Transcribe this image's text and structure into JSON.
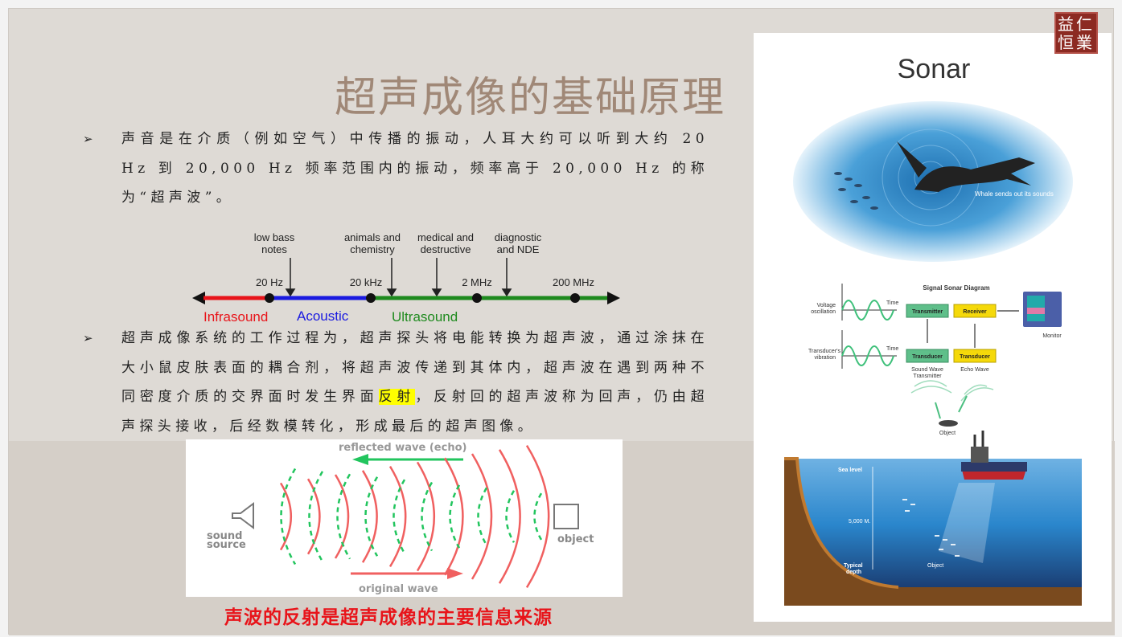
{
  "logo": {
    "text": [
      "益仁",
      "恒業"
    ]
  },
  "title": "超声成像的基础原理",
  "bullets": [
    {
      "icon": "➢",
      "text": "声音是在介质（例如空气）中传播的振动，人耳大约可以听到大约 20 Hz 到 20,000 Hz 频率范围内的振动，频率高于 20,000 Hz 的称为“超声波”。"
    },
    {
      "icon": "➢",
      "text_before": "超声成像系统的工作过程为，超声探头将电能转换为超声波，通过涂抹在大小鼠皮肤表面的耦合剂，将超声波传递到其体内，超声波在遇到两种不同密度介质的交界面时发生界面",
      "highlight": "反射",
      "text_after": "，反射回的超声波称为回声，仍由超声探头接收，后经数模转化，形成最后的超声图像。"
    }
  ],
  "spectrum": {
    "annotations": [
      "low bass",
      "notes",
      "animals and",
      "chemistry",
      "medical and",
      "destructive",
      "diagnostic",
      "and NDE"
    ],
    "ticks": [
      "20 Hz",
      "20 kHz",
      "2 MHz",
      "200 MHz"
    ],
    "bands": [
      "Infrasound",
      "Acoustic",
      "Ultrasound"
    ],
    "colors": {
      "infra": "#e8141a",
      "acoustic": "#1a1ae0",
      "ultra": "#1e8a1e"
    }
  },
  "wave": {
    "reflected": "reflected wave (echo)",
    "original": "original wave",
    "source": [
      "sound",
      "source"
    ],
    "object": "object"
  },
  "caption": "声波的反射是超声成像的主要信息来源",
  "sonar": {
    "title": "Sonar",
    "whale_label": "Whale sends out its sounds",
    "diagram_title": "Signal Sonar Diagram",
    "voltage": [
      "Voltage",
      "oscillation"
    ],
    "vibration": [
      "Transducer's",
      "vibration"
    ],
    "time": "Time",
    "transmitter": "Transmitter",
    "receiver": "Receiver",
    "transducer": "Transducer",
    "sound_wave": [
      "Sound Wave",
      "Transmitter"
    ],
    "echo_wave": "Echo Wave",
    "monitor": "Monitor",
    "object": "Object",
    "sea_level": "Sea level",
    "depth_value": "5,000 M.",
    "typical_depth": [
      "Typical",
      "depth"
    ]
  }
}
